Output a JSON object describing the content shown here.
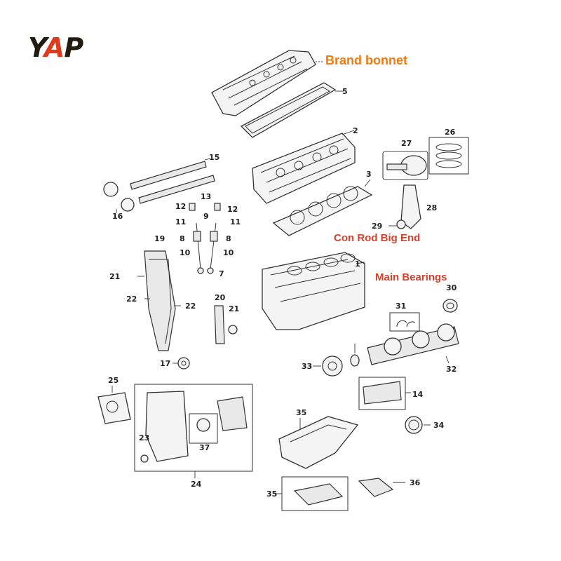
{
  "logo": {
    "letters": [
      "Y",
      "A",
      "P"
    ],
    "accent_color": "#e03a1c",
    "dark_color": "#231a10"
  },
  "callouts": {
    "brand_bonnet": {
      "text": "Brand bonnet",
      "color": "#f07a12"
    },
    "con_rod": {
      "text": "Con Rod Big End",
      "color": "#d9402b"
    },
    "main_bearings": {
      "text": "Main Bearings",
      "color": "#d9402b"
    }
  },
  "part_numbers": {
    "p1": "1",
    "p2": "2",
    "p3": "3",
    "p5": "5",
    "p7": "7",
    "p8a": "8",
    "p8b": "8",
    "p9": "9",
    "p10a": "10",
    "p10b": "10",
    "p11a": "11",
    "p11b": "11",
    "p12a": "12",
    "p12b": "12",
    "p13": "13",
    "p14": "14",
    "p15": "15",
    "p16": "16",
    "p17": "17",
    "p19": "19",
    "p20": "20",
    "p21a": "21",
    "p21b": "21",
    "p22a": "22",
    "p22b": "22",
    "p23": "23",
    "p24": "24",
    "p25": "25",
    "p26": "26",
    "p27": "27",
    "p28": "28",
    "p29": "29",
    "p30": "30",
    "p31": "31",
    "p32": "32",
    "p33": "33",
    "p34": "34",
    "p35a": "35",
    "p35b": "35",
    "p36": "36",
    "p37": "37"
  }
}
